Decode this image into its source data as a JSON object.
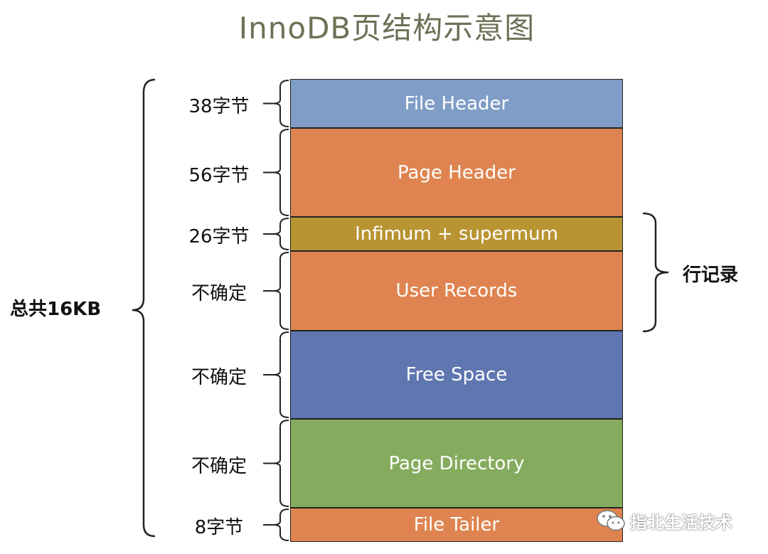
{
  "title": "InnoDB页结构示意图",
  "total_label": "总共16KB",
  "rows_label": "行记录",
  "blocks": [
    {
      "label": "File Header",
      "size": "38字节",
      "color": "#7f9dc6"
    },
    {
      "label": "Page Header",
      "size": "56字节",
      "color": "#df8450"
    },
    {
      "label": "Infimum + supermum",
      "size": "26字节",
      "color": "#b89433"
    },
    {
      "label": "User Records",
      "size": "不确定",
      "color": "#df8450"
    },
    {
      "label": "Free Space",
      "size": "不确定",
      "color": "#5f76b0"
    },
    {
      "label": "Page Directory",
      "size": "不确定",
      "color": "#85ac5e"
    },
    {
      "label": "File Tailer",
      "size": "8字节",
      "color": "#df8450"
    }
  ],
  "watermark": {
    "text": "指北生活技术",
    "icon": "wechat-icon"
  }
}
